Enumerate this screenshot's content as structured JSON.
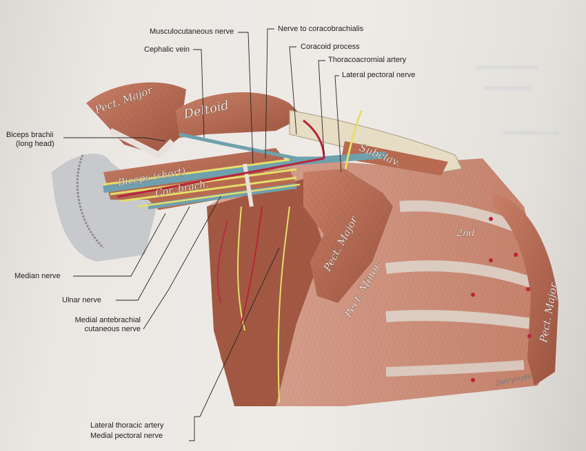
{
  "labels": {
    "musculocutaneous": "Musculocutaneous nerve",
    "nerve_coracobrachialis": "Nerve to coracobrachialis",
    "cephalic_vein": "Cephalic vein",
    "coracoid": "Coracoid process",
    "thoracoacromial": "Thoracoacromial artery",
    "lateral_pectoral": "Lateral pectoral nerve",
    "biceps_long_1": "Biceps brachii",
    "biceps_long_2": "(long head)",
    "median": "Median nerve",
    "ulnar": "Ulnar nerve",
    "medial_antebrachial_1": "Medial antebrachial",
    "medial_antebrachial_2": "cutaneous nerve",
    "lateral_thoracic": "Lateral thoracic artery",
    "medial_pectoral": "Medial pectoral nerve"
  },
  "muscle_tags": {
    "pect_major_top": "Pect. Major",
    "deltoid": "Deltoid",
    "subclav": "Subclav.",
    "biceps_short": "Biceps (short)",
    "cor_brach": "Cor. brach.",
    "pect_major_flap": "Pect. Major",
    "pect_minor": "Pect. Minor",
    "rib_2nd": "2nd",
    "pect_major_right": "Pect. Major"
  },
  "signature": "Dalrymple",
  "colors": {
    "muscle": "#b86a50",
    "muscle_dark": "#8c4634",
    "tendon": "#e8e0dc",
    "artery": "#b8243a",
    "vein": "#6fa0ad",
    "nerve": "#e5df6a",
    "bone": "#e7dcc4"
  }
}
